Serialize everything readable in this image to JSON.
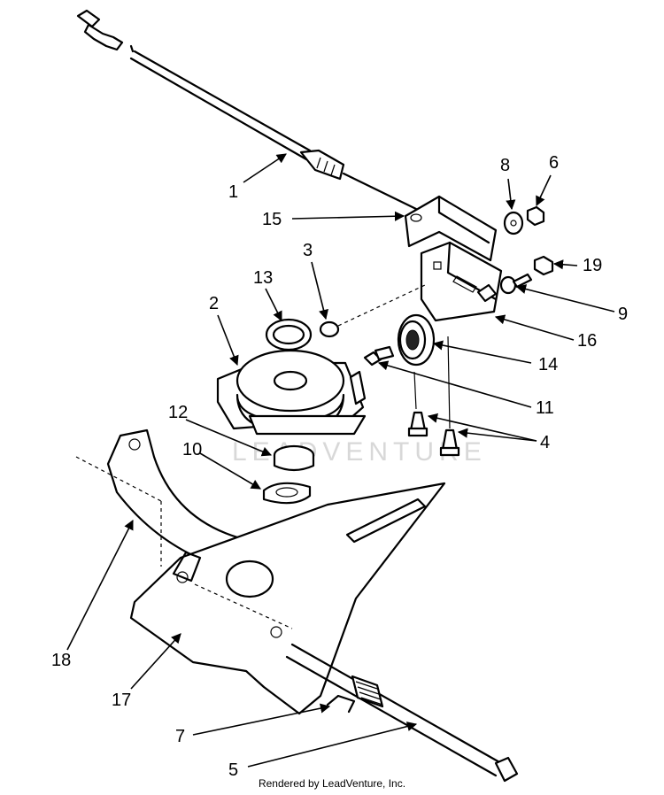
{
  "watermark": "LEADVENTURE",
  "credit": "Rendered by LeadVenture, Inc.",
  "callouts": {
    "c1": "1",
    "c2": "2",
    "c3": "3",
    "c4": "4",
    "c5": "5",
    "c6": "6",
    "c7": "7",
    "c8": "8",
    "c9": "9",
    "c10": "10",
    "c11": "11",
    "c12": "12",
    "c13": "13",
    "c14": "14",
    "c15": "15",
    "c16": "16",
    "c17": "17",
    "c18": "18",
    "c19": "19"
  }
}
